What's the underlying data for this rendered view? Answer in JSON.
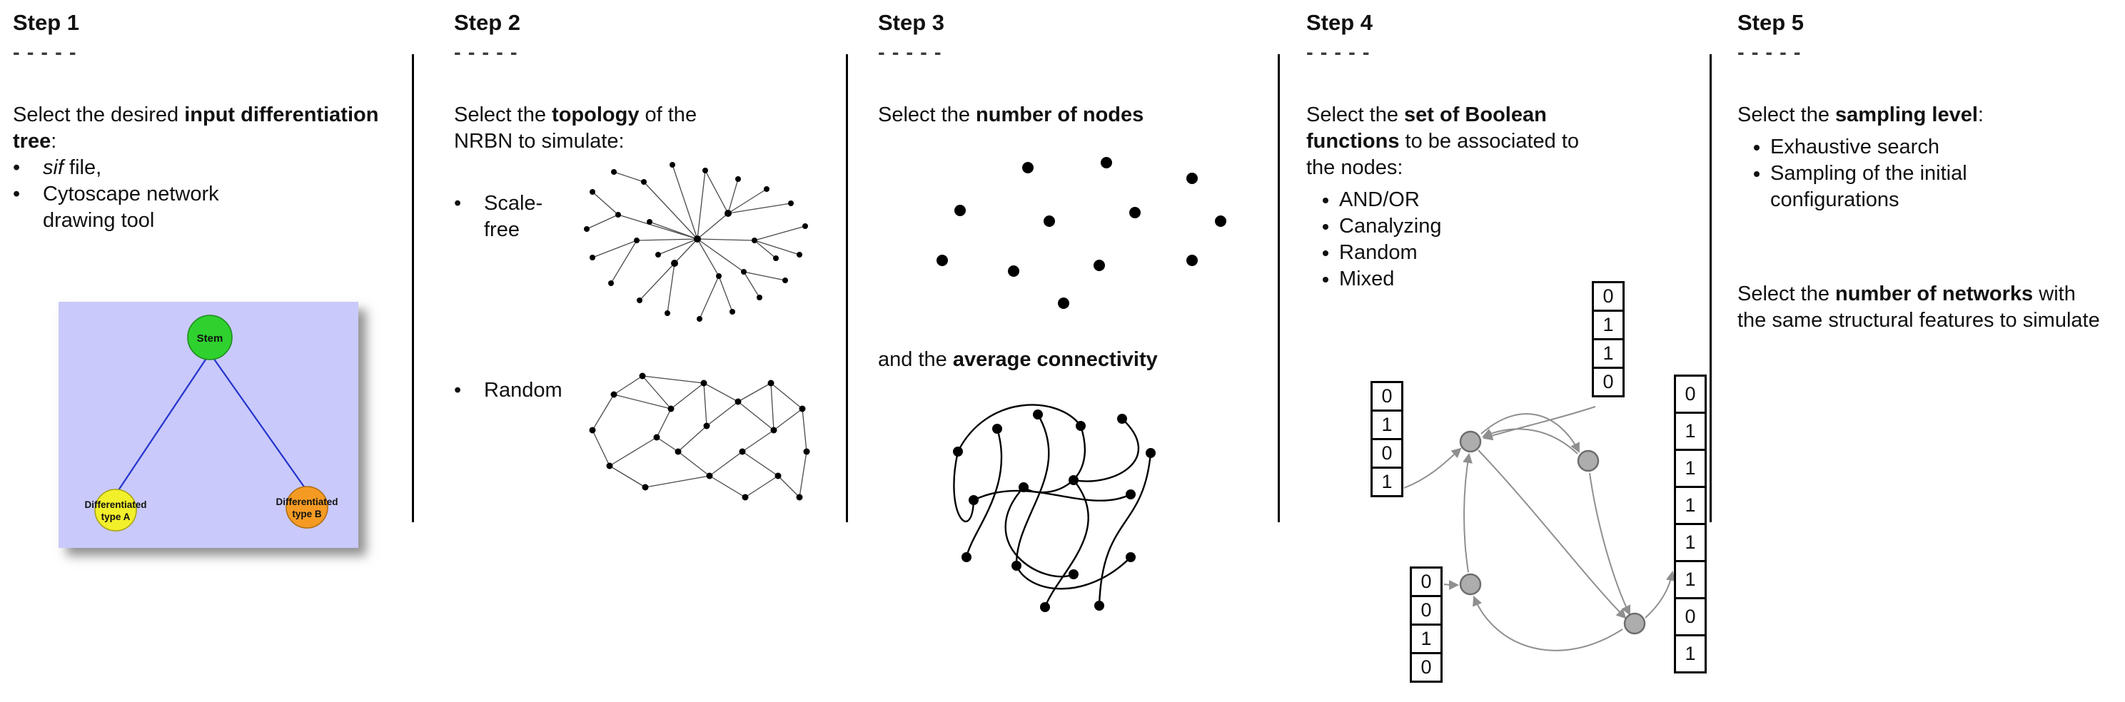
{
  "colors": {
    "divider": "#000000",
    "tree_bg": "#c9c9fb",
    "stem_fill": "#2fd12f",
    "typeA_fill": "#f2ef2b",
    "typeB_fill": "#f59b24",
    "edge_blue": "#2233cc",
    "node_gray": "#adadad",
    "curve_gray": "#8f8f8f"
  },
  "step1": {
    "title": "Step 1",
    "dashes": "- - - - -",
    "intro": {
      "pre": "Select the desired ",
      "bold": "input differentiation tree",
      "post": ":"
    },
    "bullet1": {
      "italic": "sif",
      "rest": " file,"
    },
    "bullet2": "Cytoscape network drawing tool",
    "tree": {
      "stem": "Stem",
      "left_line1": "Differentiated",
      "left_line2": "type A",
      "right_line1": "Differentiated",
      "right_line2": "type B"
    }
  },
  "step2": {
    "title": "Step 2",
    "dashes": "- - - - -",
    "intro": {
      "pre": "Select the ",
      "bold": "topology",
      "post": " of the NRBN to simulate:"
    },
    "bullets": [
      "Scale-free",
      "Random"
    ]
  },
  "step3": {
    "title": "Step 3",
    "dashes": "- - - - -",
    "line1": {
      "pre": "Select the ",
      "bold": "number of nodes",
      "post": ""
    },
    "line2": {
      "pre": "and the ",
      "bold": "average connectivity",
      "post": ""
    }
  },
  "step4": {
    "title": "Step 4",
    "dashes": "- - - - -",
    "intro": {
      "pre": "Select the ",
      "bold": "set of Boolean functions",
      "post": " to be associated to the nodes:"
    },
    "bullets": [
      "AND/OR",
      "Canalyzing",
      "Random",
      "Mixed"
    ],
    "tables": {
      "left": [
        "0",
        "1",
        "0",
        "1"
      ],
      "top": [
        "0",
        "1",
        "1",
        "0"
      ],
      "bottom_left": [
        "0",
        "0",
        "1",
        "0"
      ],
      "right": [
        "0",
        "1",
        "1",
        "1",
        "1",
        "1",
        "0",
        "1"
      ]
    }
  },
  "step5": {
    "title": "Step 5",
    "dashes": "- - - - -",
    "intro": {
      "pre": "Select the ",
      "bold": "sampling level",
      "post": ":"
    },
    "bullets": [
      "Exhaustive search",
      "Sampling of the initial configurations"
    ],
    "second": {
      "pre": "Select the ",
      "bold": "number of networks",
      "post": " with the same structural features to simulate"
    }
  }
}
